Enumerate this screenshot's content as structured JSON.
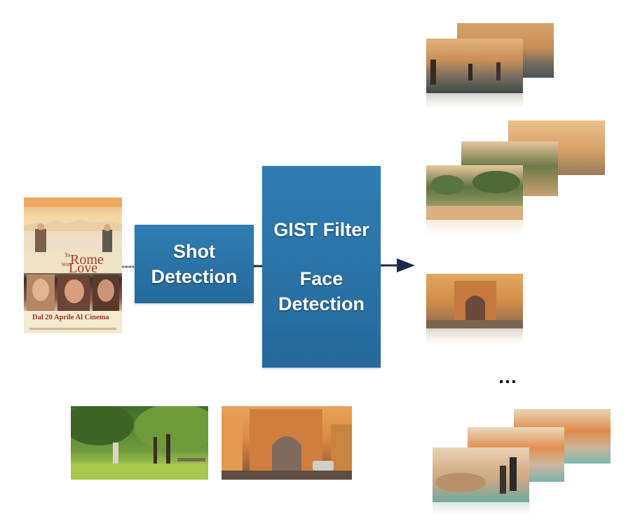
{
  "diagram": {
    "boxes": {
      "shot_detection": {
        "line1": "Shot",
        "line2": "Detection"
      },
      "filters": {
        "line1": "GIST Filter",
        "line2": "Face",
        "line3": "Detection"
      }
    },
    "ellipsis": "…",
    "poster": {
      "title_small": "To",
      "title_big": "Rome",
      "title_with": "With",
      "title_love": "Love",
      "tagline": "Dal 20 Aprile Al Cinema"
    },
    "colors": {
      "box_blue": "#2a74a8",
      "arrow_navy": "#1e2a4a"
    },
    "icons": [
      "arrow-right-icon"
    ]
  }
}
